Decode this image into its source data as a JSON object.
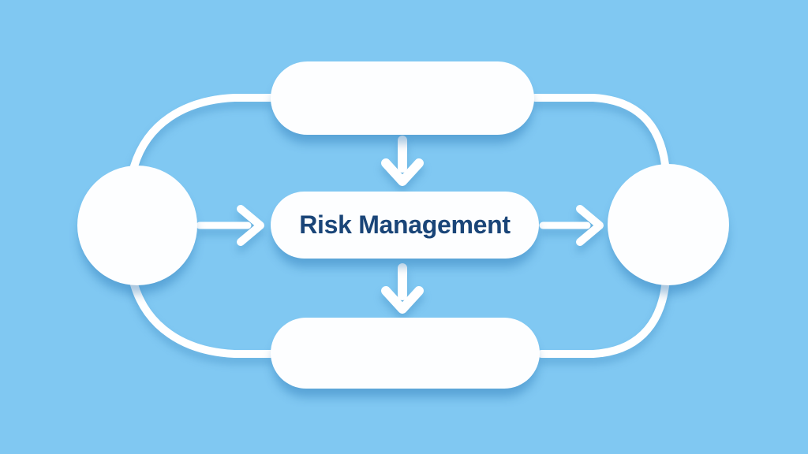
{
  "diagram": {
    "type": "flowchart",
    "nodes": [
      {
        "id": "top-process",
        "shape": "pill",
        "label": ""
      },
      {
        "id": "risk-management",
        "shape": "pill",
        "label": "Risk Management"
      },
      {
        "id": "bottom-process",
        "shape": "pill",
        "label": ""
      },
      {
        "id": "left-endpoint",
        "shape": "circle",
        "label": ""
      },
      {
        "id": "right-endpoint",
        "shape": "circle",
        "label": ""
      }
    ],
    "edges": [
      {
        "from": "top-process",
        "to": "risk-management",
        "style": "arrow-down"
      },
      {
        "from": "risk-management",
        "to": "bottom-process",
        "style": "arrow-down"
      },
      {
        "from": "left-endpoint",
        "to": "risk-management",
        "style": "arrow-right"
      },
      {
        "from": "risk-management",
        "to": "right-endpoint",
        "style": "arrow-right"
      },
      {
        "from": "top-process",
        "to": "left-endpoint",
        "style": "curve"
      },
      {
        "from": "left-endpoint",
        "to": "bottom-process",
        "style": "curve"
      },
      {
        "from": "top-process",
        "to": "right-endpoint",
        "style": "curve"
      },
      {
        "from": "right-endpoint",
        "to": "bottom-process",
        "style": "curve"
      }
    ],
    "colors": {
      "background": "#80c8f2",
      "node": "#fdfeff",
      "line": "#ffffff",
      "text": "#1a4578"
    }
  }
}
